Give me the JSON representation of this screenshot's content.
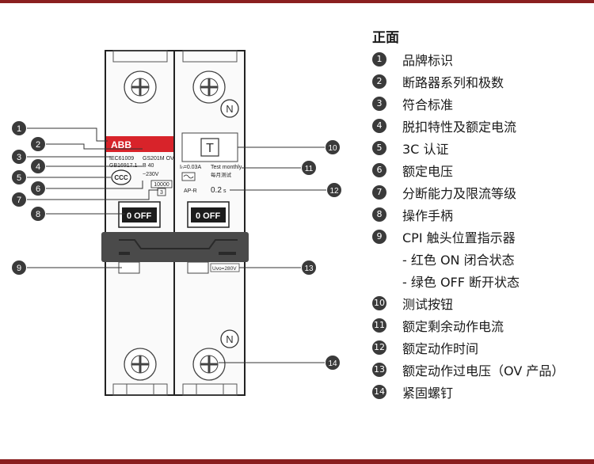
{
  "legend": {
    "title": "正面",
    "items": [
      {
        "num": "1",
        "label": "品牌标识"
      },
      {
        "num": "2",
        "label": "断路器系列和极数"
      },
      {
        "num": "3",
        "label": "符合标准"
      },
      {
        "num": "4",
        "label": "脱扣特性及额定电流"
      },
      {
        "num": "5",
        "label": "3C 认证"
      },
      {
        "num": "6",
        "label": "额定电压"
      },
      {
        "num": "7",
        "label": "分断能力及限流等级"
      },
      {
        "num": "8",
        "label": "操作手柄"
      },
      {
        "num": "9",
        "label": "CPI 触头位置指示器"
      },
      {
        "num": "10",
        "label": "测试按钮"
      },
      {
        "num": "11",
        "label": "额定剩余动作电流"
      },
      {
        "num": "12",
        "label": "额定动作时间"
      },
      {
        "num": "13",
        "label": "额定动作过电压（OV 产品）"
      },
      {
        "num": "14",
        "label": "紧固螺钉"
      }
    ],
    "sub_items": [
      "- 红色 ON 闭合状态",
      "- 绿色 OFF 断开状态"
    ]
  },
  "device": {
    "brand": "ABB",
    "standard_1": "IEC61009",
    "standard_2": "GB16917.1",
    "series": "GS201M OV",
    "rating": "B 40",
    "voltage": "~230V",
    "breaking_capacity": "10000",
    "limiting_class": "3",
    "handle_left": "0 OFF",
    "handle_right": "0 OFF",
    "residual_current": "Iₙ=0.03A",
    "test_en": "Test monthly",
    "test_cn": "每月测试",
    "time": "0.2",
    "time_unit": "s",
    "type": "AP-R",
    "test_button": "T",
    "neutral_top": "N",
    "neutral_bottom": "N",
    "uvo": "Uvo=280V"
  },
  "callouts": [
    "1",
    "2",
    "3",
    "4",
    "5",
    "6",
    "7",
    "8",
    "9",
    "10",
    "11",
    "12",
    "13",
    "14"
  ],
  "colors": {
    "brand_red": "#d8232a",
    "frame": "#8a1f1f",
    "handle": "#3a3a3a",
    "callout": "#3a3a3a"
  }
}
